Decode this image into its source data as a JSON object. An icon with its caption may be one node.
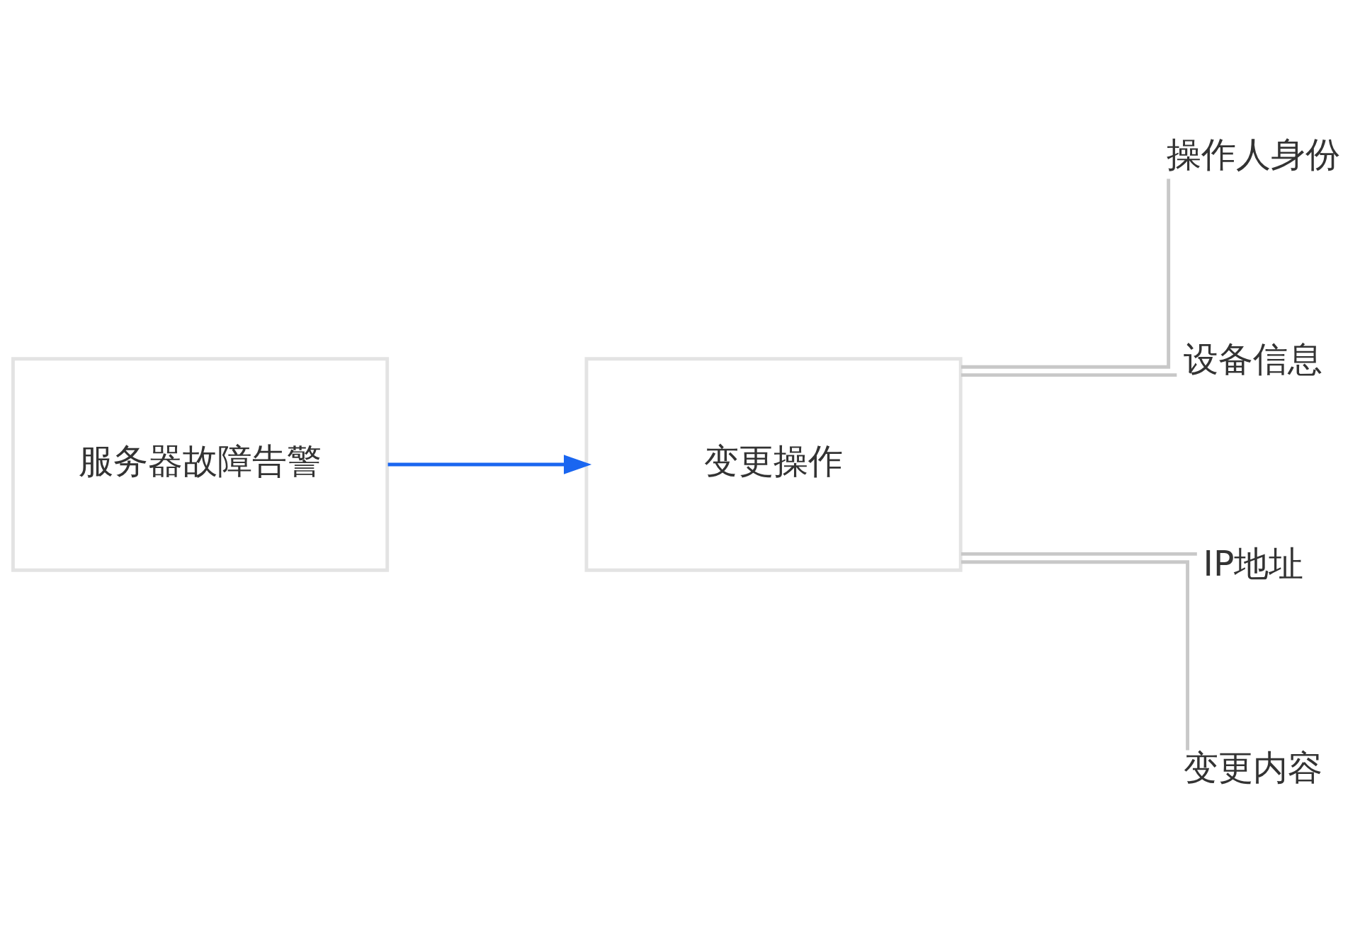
{
  "diagram": {
    "nodes": [
      {
        "text": [
          "服务器故障告警"
        ]
      },
      {
        "text": [
          "变更操作"
        ]
      },
      {
        "text": [
          "操作人身份"
        ]
      },
      {
        "text": [
          "设备信息"
        ]
      },
      {
        "text": [
          "IP地址"
        ]
      },
      {
        "text": [
          "变更内容"
        ]
      }
    ],
    "edges": [
      {
        "from": 0,
        "to": 1,
        "arrow": "to",
        "color": "#1a66f0"
      },
      {
        "from": 1,
        "to": 2,
        "arrow": "none"
      },
      {
        "from": 1,
        "to": 3,
        "arrow": "none"
      },
      {
        "from": 1,
        "to": 4,
        "arrow": "none"
      },
      {
        "from": 1,
        "to": 5,
        "arrow": "none"
      }
    ]
  }
}
